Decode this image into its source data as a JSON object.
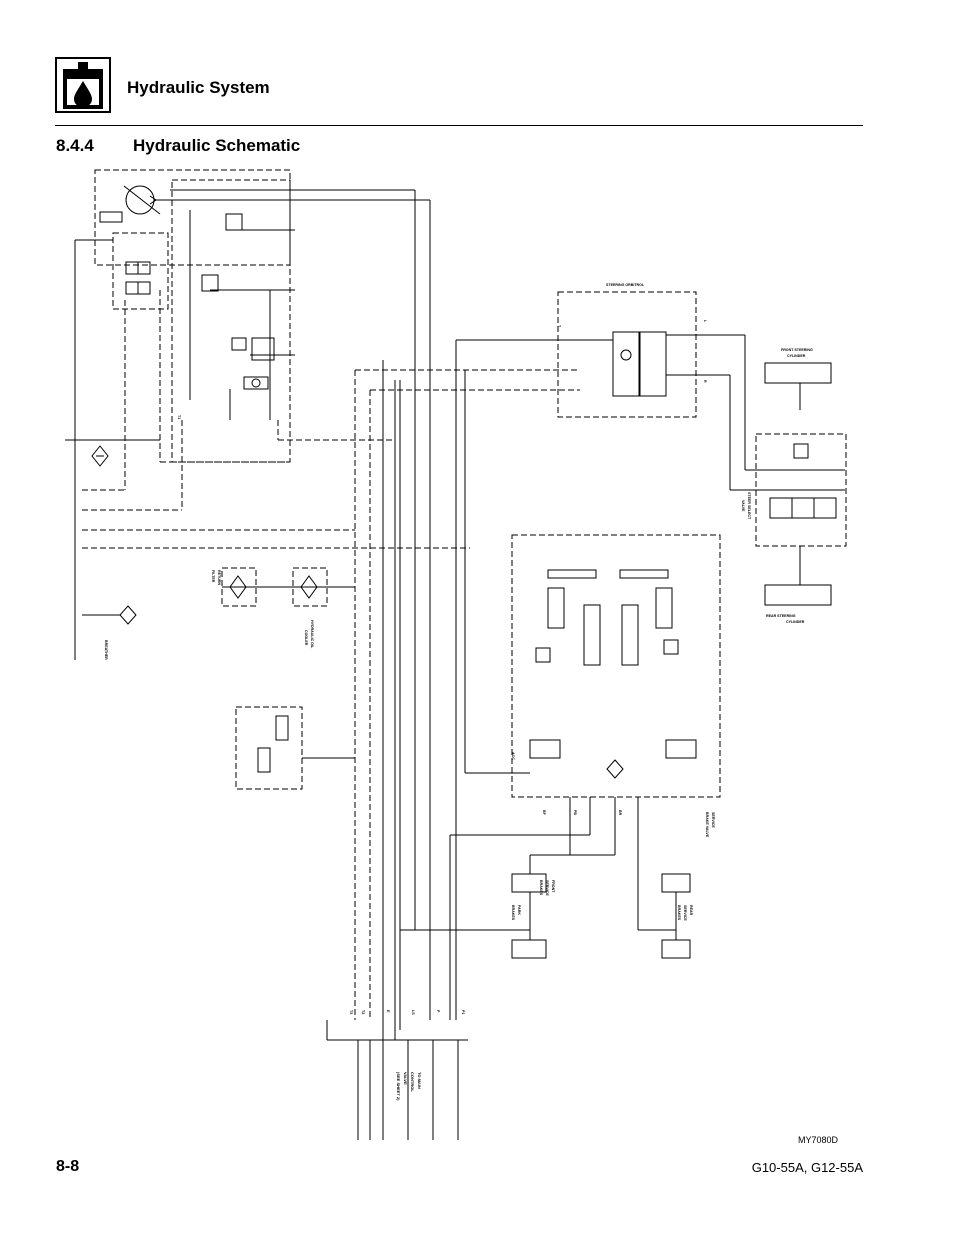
{
  "header": {
    "section_title": "Hydraulic System",
    "subsection_number": "8.4.4",
    "subsection_title": "Hydraulic Schematic",
    "logo_icon": "hydraulic-oil-drop-icon"
  },
  "diagram": {
    "labels": {
      "steering_control": "STEERING ORBITROL",
      "front_cylinder": "FRONT STEERING",
      "front_cylinder_2": "CYLINDER",
      "rear_cylinder": "REAR STEERING",
      "rear_cylinder_2": "CYLINDER",
      "steer_select": "STEER SELECT",
      "steer_select_2": "VALVE",
      "breather": "BREATHER",
      "hyd_cooler": "HYDRAULIC OIL",
      "hyd_cooler_2": "COOLER",
      "return_filter": "RETURN",
      "return_filter_2": "FILTER",
      "service_brake": "SERVICE",
      "service_brake_2": "BRAKE VALVE",
      "front_brakes": "FRONT",
      "front_brakes_2": "SERVICE",
      "front_brakes_3": "BRAKES",
      "rear_brakes": "REAR",
      "rear_brakes_2": "SERVICE",
      "rear_brakes_3": "BRAKES",
      "park_brakes": "PARK",
      "park_brakes_2": "BRAKES",
      "main_control": "TO MAIN",
      "main_control_2": "CONTROL",
      "main_control_3": "VALVE",
      "main_control_4": "(SEE SHEET 2)",
      "port_p": "P",
      "port_t": "T",
      "port_ls": "LS",
      "port_l": "L",
      "port_r": "R",
      "port_t1": "T1",
      "port_p1": "P1",
      "port_pb": "PB",
      "port_br": "BR",
      "port_bf": "BF",
      "port_acc": "ACC",
      "port_e": "E",
      "port_t2": "T2",
      "port_t3": "T3"
    }
  },
  "footer": {
    "figure_id": "MY7080D",
    "page_number": "8-8",
    "models": "G10-55A, G12-55A"
  }
}
